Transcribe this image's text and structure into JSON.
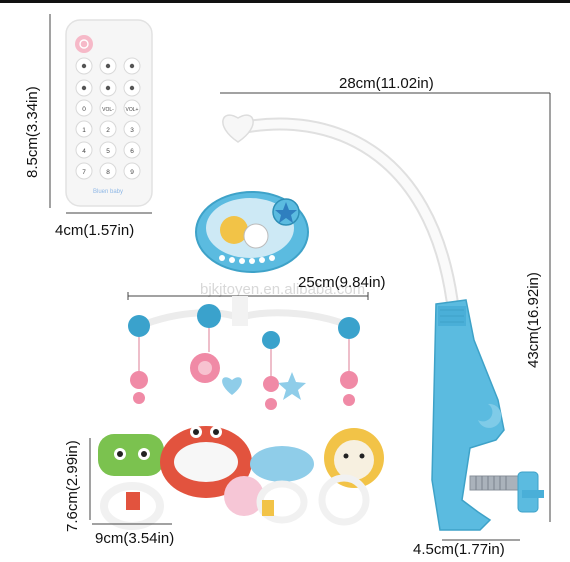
{
  "remote": {
    "keys": [
      "0",
      "VOL-",
      "VOL+",
      "1",
      "2",
      "3",
      "4",
      "5",
      "6",
      "7",
      "8",
      "9"
    ],
    "brand": "Bluen baby"
  },
  "dimensions": {
    "remote_height": "8.5cm(3.34in)",
    "remote_width": "4cm(1.57in)",
    "arm_width": "28cm(11.02in)",
    "rack_width": "25cm(9.84in)",
    "total_height": "43cm(16.92in)",
    "toy_height": "7.6cm(2.99in)",
    "toy_width": "9cm(3.54in)",
    "clamp_width": "4.5cm(1.77in)"
  },
  "watermark": "bjkjtoyen.en.alibaba.com",
  "colors": {
    "blue": "#57b9db",
    "pink": "#f08aa6",
    "red": "#e2533e",
    "green": "#7bc24f",
    "yellow": "#f2c347",
    "arm": "#f4f4f4"
  }
}
